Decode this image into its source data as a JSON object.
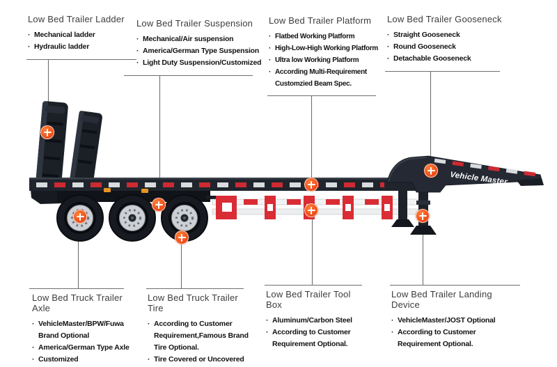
{
  "colors": {
    "accent_orange": "#ee4f1b",
    "accent_red": "#cf2a33",
    "trailer_dark": "#20252d",
    "callout_line_gray": "#6e6e6e"
  },
  "trailer": {
    "brand_label": "Vehicle Master"
  },
  "sections": {
    "top": [
      {
        "title": "Low Bed Trailer Ladder",
        "items": [
          "Mechanical ladder",
          "Hydraulic ladder"
        ]
      },
      {
        "title": "Low Bed Trailer Suspension",
        "items": [
          "Mechanical/Air suspension",
          "America/German Type Suspension",
          "Light Duty Suspension/Customized"
        ]
      },
      {
        "title": "Low Bed Trailer Platform",
        "items": [
          "Flatbed Working Platform",
          "High-Low-High Working Platform",
          "Ultra low Working Platform",
          "According Multi-Requirement Customzied Beam Spec."
        ]
      },
      {
        "title": "Low Bed Trailer Gooseneck",
        "items": [
          "Straight Gooseneck",
          "Round Gooseneck",
          "Detachable Gooseneck"
        ]
      }
    ],
    "bottom": [
      {
        "title": "Low Bed Truck Trailer Axle",
        "items": [
          "VehicleMaster/BPW/Fuwa Brand Optional",
          "America/German Type Axle",
          "Customized"
        ]
      },
      {
        "title": "Low Bed Truck Trailer Tire",
        "items": [
          "According to Customer Requirement,Famous Brand Tire Optional.",
          "Tire Covered or Uncovered"
        ]
      },
      {
        "title": "Low Bed Trailer Tool Box",
        "items": [
          "Aluminum/Carbon Steel",
          "According to Customer Requirement Optional."
        ]
      },
      {
        "title": "Low Bed Trailer Landing Device",
        "items": [
          "VehicleMaster/JOST Optional",
          "According to Customer Requirement Optional."
        ]
      }
    ]
  }
}
